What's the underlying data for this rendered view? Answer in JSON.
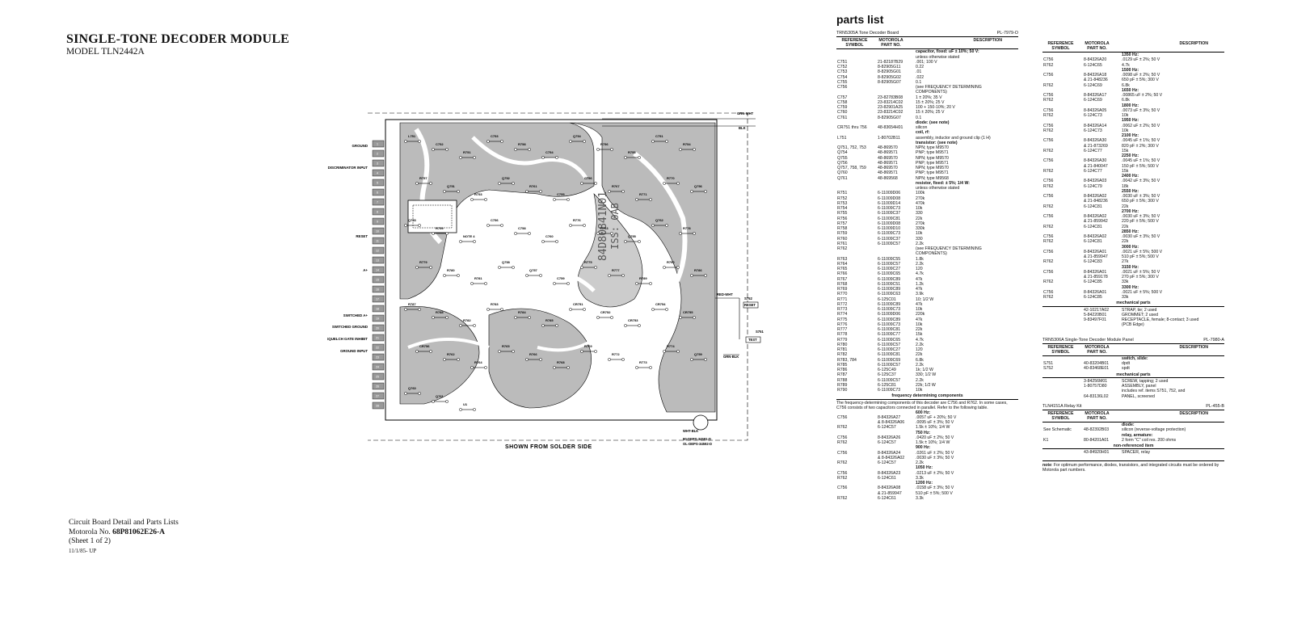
{
  "title": {
    "main": "SINGLE-TONE DECODER MODULE",
    "model": "MODEL TLN2442A"
  },
  "footer": {
    "line1": "Circuit Board Detail and Parts Lists",
    "line2_prefix": "Motorola No.",
    "line2_num": "68P81062E26-A",
    "line3": "(Sheet 1 of 2)",
    "line4": "11/1/85- UP"
  },
  "pcb": {
    "left_labels": [
      "GROUND",
      "DISCRIMINATOR INPUT",
      "RESET",
      "A+",
      "SWITCHED A+",
      "SWITCHED GROUND",
      "SQUELCH GATE INHIBIT",
      "GROUND INPUT"
    ],
    "caption": "SHOWN FROM SOLDER SIDE",
    "id1": "80-DEPS-34591-D",
    "id2": "OL-DEPS-34592-D",
    "wires": [
      "GRN-WHT",
      "BLK",
      "RED-WHT",
      "GRN-BLK",
      "WHT-BLK"
    ],
    "switch_labels": [
      "S752",
      "RESET",
      "S751",
      "TEST"
    ],
    "board_text": "84D80841N01",
    "board_text2": "ISS: 0AB",
    "pins": [
      "1",
      "2",
      "3",
      "4",
      "5",
      "6",
      "7",
      "8",
      "9",
      "10",
      "11",
      "12",
      "13",
      "14",
      "15",
      "16",
      "17",
      "18",
      "19",
      "20",
      "21",
      "22",
      "23",
      "24",
      "25",
      "26",
      "27",
      "28"
    ],
    "components": [
      "L751",
      "C752",
      "R751",
      "C753",
      "R758",
      "C754",
      "Q754",
      "R756",
      "R755",
      "C751",
      "R754",
      "R757",
      "Q751",
      "R753",
      "Q752",
      "R761",
      "C755",
      "C756",
      "R767",
      "R771",
      "R770",
      "Q756",
      "Q753",
      "R759",
      "NOTE 4",
      "C756",
      "C758",
      "C760",
      "R776",
      "R763",
      "Q755",
      "Q762",
      "R778",
      "R779",
      "R780",
      "R781",
      "Q758",
      "Q757",
      "C759",
      "R775",
      "R777",
      "R789",
      "R790",
      "R786",
      "R787",
      "R788",
      "R782",
      "R783",
      "R784",
      "R785",
      "CR751",
      "CR752",
      "CR753",
      "CR754",
      "CR755",
      "CR756",
      "R762",
      "R764",
      "R765",
      "R766",
      "R768",
      "R769",
      "R772",
      "R773",
      "R774",
      "Q759",
      "Q760",
      "Q761",
      "U1"
    ]
  },
  "parts_list": {
    "title": "parts list",
    "board1": {
      "name": "TRN5305A Tone Decoder Board",
      "pl": "PL-7979-O"
    },
    "col_heads": {
      "ref": "REFERENCE SYMBOL",
      "part": "MOTOROLA PART NO.",
      "desc": "DESCRIPTION"
    },
    "col1": [
      {
        "r": "",
        "p": "",
        "d": "capacitor, fixed: uF ± 10%; 50 V:",
        "s": true
      },
      {
        "r": "",
        "p": "",
        "d": "unless otherwise stated"
      },
      {
        "r": "C751",
        "p": "21-82187B29",
        "d": ".001; 100 V"
      },
      {
        "r": "C752",
        "p": "8-82905G11",
        "d": "0.22"
      },
      {
        "r": "C753",
        "p": "8-82905G01",
        "d": ".01"
      },
      {
        "r": "C754",
        "p": "8-82905G02",
        "d": ".022"
      },
      {
        "r": "C755",
        "p": "8-82905G07",
        "d": "0.1"
      },
      {
        "r": "C756",
        "p": "",
        "d": "(see FREQUENCY DETERMINING"
      },
      {
        "r": "",
        "p": "",
        "d": "COMPONENTS)"
      },
      {
        "r": "C757",
        "p": "23-82783B08",
        "d": "1 ± 20%; 35 V"
      },
      {
        "r": "C758",
        "p": "23-83214C02",
        "d": "15 ± 20%; 25 V"
      },
      {
        "r": "C759",
        "p": "23-82901A25",
        "d": "100 + 150-10%; 20 V"
      },
      {
        "r": "C760",
        "p": "23-83214C02",
        "d": "15 ± 20%; 25 V"
      },
      {
        "r": "C761",
        "p": "8-82905G07",
        "d": "0.1"
      },
      {
        "r": "",
        "p": "",
        "d": ""
      },
      {
        "r": "",
        "p": "",
        "d": "diode: (see note)",
        "s": true
      },
      {
        "r": "CR751 thru 756",
        "p": "48-83654H01",
        "d": "silicon"
      },
      {
        "r": "",
        "p": "",
        "d": ""
      },
      {
        "r": "",
        "p": "",
        "d": "coil, rf:",
        "s": true
      },
      {
        "r": "L751",
        "p": "1-80702B11",
        "d": "assembly, inductor and ground clip (1 H)"
      },
      {
        "r": "",
        "p": "",
        "d": ""
      },
      {
        "r": "",
        "p": "",
        "d": "transistor: (see note)",
        "s": true
      },
      {
        "r": "Q751, 752, 753",
        "p": "48-869570",
        "d": "NPN; type M9570"
      },
      {
        "r": "Q754",
        "p": "48-869571",
        "d": "PNP; type M9571"
      },
      {
        "r": "Q755",
        "p": "48-869570",
        "d": "NPN; type M9570"
      },
      {
        "r": "Q756",
        "p": "48-869571",
        "d": "PNP; type M9571"
      },
      {
        "r": "Q757, 758, 759",
        "p": "48-869570",
        "d": "NPN; type M9570"
      },
      {
        "r": "Q760",
        "p": "48-869571",
        "d": "PNP; type M9571"
      },
      {
        "r": "Q761",
        "p": "48-869568",
        "d": "NPN; type M9568"
      },
      {
        "r": "",
        "p": "",
        "d": ""
      },
      {
        "r": "",
        "p": "",
        "d": "resistor, fixed: ± 5%; 1/4 W:",
        "s": true
      },
      {
        "r": "",
        "p": "",
        "d": "unless otherwise stated"
      },
      {
        "r": "R751",
        "p": "6-11009D06",
        "d": "100k"
      },
      {
        "r": "R752",
        "p": "6-11009D08",
        "d": "270k"
      },
      {
        "r": "R753",
        "p": "6-11009D14",
        "d": "470k"
      },
      {
        "r": "R754",
        "p": "6-11009C73",
        "d": "10k"
      },
      {
        "r": "R755",
        "p": "6-11009C37",
        "d": "330"
      },
      {
        "r": "R756",
        "p": "6-11009C81",
        "d": "22k"
      },
      {
        "r": "R757",
        "p": "6-11009D08",
        "d": "270k"
      },
      {
        "r": "R758",
        "p": "6-11009D10",
        "d": "330k"
      },
      {
        "r": "R759",
        "p": "6-11009C73",
        "d": "10k"
      },
      {
        "r": "R760",
        "p": "6-11009C37",
        "d": "330"
      },
      {
        "r": "R761",
        "p": "6-11009C57",
        "d": "2.2k"
      },
      {
        "r": "R762",
        "p": "",
        "d": "(see FREQUENCY DETERMINING"
      },
      {
        "r": "",
        "p": "",
        "d": "COMPONENTS)"
      },
      {
        "r": "R763",
        "p": "6-11009C55",
        "d": "1.8k"
      },
      {
        "r": "R764",
        "p": "6-11009C57",
        "d": "2.2k"
      },
      {
        "r": "R765",
        "p": "6-11009C27",
        "d": "120"
      },
      {
        "r": "R766",
        "p": "6-11009C65",
        "d": "4.7k"
      },
      {
        "r": "R767",
        "p": "6-11009C89",
        "d": "47k"
      },
      {
        "r": "R768",
        "p": "6-11009C51",
        "d": "1.2k"
      },
      {
        "r": "R769",
        "p": "6-11009C89",
        "d": "47k"
      },
      {
        "r": "R770",
        "p": "6-11009C63",
        "d": "3.9k"
      },
      {
        "r": "R771",
        "p": "6-125C01",
        "d": "10; 1/2 W"
      },
      {
        "r": "R772",
        "p": "6-11009C89",
        "d": "47k"
      },
      {
        "r": "R773",
        "p": "6-11009C73",
        "d": "10k"
      },
      {
        "r": "R774",
        "p": "6-11009D06",
        "d": "220k"
      },
      {
        "r": "R775",
        "p": "6-11009C89",
        "d": "47k"
      },
      {
        "r": "R776",
        "p": "6-11009C73",
        "d": "10k"
      },
      {
        "r": "R777",
        "p": "6-11009C81",
        "d": "22k"
      },
      {
        "r": "R778",
        "p": "6-11009C77",
        "d": "15k"
      },
      {
        "r": "R779",
        "p": "6-11009C65",
        "d": "4.7k"
      },
      {
        "r": "R780",
        "p": "6-11009C57",
        "d": "2.2k"
      },
      {
        "r": "R781",
        "p": "6-11009C27",
        "d": "120"
      },
      {
        "r": "R782",
        "p": "6-11009C81",
        "d": "22k"
      },
      {
        "r": "R783, 784",
        "p": "6-11009C69",
        "d": "6.8k"
      },
      {
        "r": "R785",
        "p": "6-11009C57",
        "d": "2.2k"
      },
      {
        "r": "R786",
        "p": "6-125C49",
        "d": "1k; 1/2 W"
      },
      {
        "r": "R787",
        "p": "6-125C37",
        "d": "330; 1/2 W"
      },
      {
        "r": "R788",
        "p": "6-11009C57",
        "d": "2.2k"
      },
      {
        "r": "R789",
        "p": "6-125C81",
        "d": "22k; 1/2 W"
      },
      {
        "r": "R790",
        "p": "6-11009C73",
        "d": "10k"
      }
    ],
    "freq_title": "frequency determining components",
    "freq_note": "The frequency-determining components of this decoder are C756 and R762. In some cases, C756 consists of two capacitors connected in parallel. Refer to the following table.",
    "col1b": [
      {
        "r": "",
        "p": "",
        "d": "600 Hz:",
        "s": true
      },
      {
        "r": "C756",
        "p": "8-84326A27",
        "d": ".0057 uF + 20%; 50 V"
      },
      {
        "r": "",
        "p": "& 8-84326A06",
        "d": ".0095 uF ± 3%; 50 V"
      },
      {
        "r": "R762",
        "p": "6-124C57",
        "d": "1.5k ± 10%; 1/4 W"
      },
      {
        "r": "",
        "p": "",
        "d": ""
      },
      {
        "r": "",
        "p": "",
        "d": "750 Hz:",
        "s": true
      },
      {
        "r": "C756",
        "p": "8-84326A26",
        "d": ".0420 uF ± 2%; 50 V"
      },
      {
        "r": "R762",
        "p": "6-124C57",
        "d": "1.5k ± 10%; 1/4 W"
      },
      {
        "r": "",
        "p": "",
        "d": ""
      },
      {
        "r": "",
        "p": "",
        "d": "900 Hz:",
        "s": true
      },
      {
        "r": "C756",
        "p": "8-84326A24",
        "d": ".0261 uF ± 2%; 50 V"
      },
      {
        "r": "",
        "p": "& 8-84326A02",
        "d": ".0030 uF ± 3%; 50 V"
      },
      {
        "r": "R762",
        "p": "6-124C57",
        "d": "2.2k"
      },
      {
        "r": "",
        "p": "",
        "d": ""
      },
      {
        "r": "",
        "p": "",
        "d": "1050 Hz:",
        "s": true
      },
      {
        "r": "C756",
        "p": "8-84326A23",
        "d": ".0213 uF ± 2%; 50 V"
      },
      {
        "r": "R762",
        "p": "6-124C61",
        "d": "3.3k"
      },
      {
        "r": "",
        "p": "",
        "d": ""
      },
      {
        "r": "",
        "p": "",
        "d": "1200 Hz:",
        "s": true
      },
      {
        "r": "C756",
        "p": "8-84326A08",
        "d": ".0158 uF ± 3%; 50 V"
      },
      {
        "r": "",
        "p": "& 21-859947",
        "d": "510 pF ± 5%; 500 V"
      },
      {
        "r": "R762",
        "p": "6-124C61",
        "d": "3.3k"
      }
    ],
    "col2": [
      {
        "r": "",
        "p": "",
        "d": "1350 Hz:",
        "s": true
      },
      {
        "r": "C756",
        "p": "8-84326A20",
        "d": ".0129 uF ± 2%; 50 V"
      },
      {
        "r": "R762",
        "p": "6-124C65",
        "d": "4.7k"
      },
      {
        "r": "",
        "p": "",
        "d": ""
      },
      {
        "r": "",
        "p": "",
        "d": "1500 Hz:",
        "s": true
      },
      {
        "r": "C756",
        "p": "8-84326A18",
        "d": ".0098 uF ± 2%; 50 V"
      },
      {
        "r": "",
        "p": "& 21-848236",
        "d": "650 pF ± 5%; 300 V"
      },
      {
        "r": "R762",
        "p": "6-124C69",
        "d": "6.8k"
      },
      {
        "r": "",
        "p": "",
        "d": ""
      },
      {
        "r": "",
        "p": "",
        "d": "1650 Hz:",
        "s": true
      },
      {
        "r": "C756",
        "p": "8-84326A17",
        "d": ".00865 uF ± 2%; 50 V"
      },
      {
        "r": "R762",
        "p": "6-124C69",
        "d": "6.8k"
      },
      {
        "r": "",
        "p": "",
        "d": ""
      },
      {
        "r": "",
        "p": "",
        "d": "1800 Hz:",
        "s": true
      },
      {
        "r": "C756",
        "p": "8-84326A05",
        "d": ".0073 uF ± 3%; 50 V"
      },
      {
        "r": "R762",
        "p": "6-124C73",
        "d": "10k"
      },
      {
        "r": "",
        "p": "",
        "d": ""
      },
      {
        "r": "",
        "p": "",
        "d": "1950 Hz:",
        "s": true
      },
      {
        "r": "C756",
        "p": "8-84326A14",
        "d": ".0062 uF ± 2%; 50 V"
      },
      {
        "r": "R762",
        "p": "6-124C73",
        "d": "10k"
      },
      {
        "r": "",
        "p": "",
        "d": ""
      },
      {
        "r": "",
        "p": "",
        "d": "2100 Hz:",
        "s": true
      },
      {
        "r": "C756",
        "p": "8-84326A30",
        "d": ".0045 uF ± 1%; 50 V"
      },
      {
        "r": "",
        "p": "& 21-873269",
        "d": "820 pF ± 2%; 300 V"
      },
      {
        "r": "R762",
        "p": "6-124C77",
        "d": "15k"
      },
      {
        "r": "",
        "p": "",
        "d": ""
      },
      {
        "r": "",
        "p": "",
        "d": "2250 Hz:",
        "s": true
      },
      {
        "r": "C756",
        "p": "8-84326A30",
        "d": ".0045 uF ± 1%; 50 V"
      },
      {
        "r": "",
        "p": "& 21-840047",
        "d": "150 pF ± 5%; 500 V"
      },
      {
        "r": "R762",
        "p": "6-124C77",
        "d": "15k"
      },
      {
        "r": "",
        "p": "",
        "d": ""
      },
      {
        "r": "",
        "p": "",
        "d": "2400 Hz:",
        "s": true
      },
      {
        "r": "C756",
        "p": "8-84326A03",
        "d": ".0042 uF ± 3%; 50 V"
      },
      {
        "r": "R762",
        "p": "6-124C79",
        "d": "18k"
      },
      {
        "r": "",
        "p": "",
        "d": ""
      },
      {
        "r": "",
        "p": "",
        "d": "2550 Hz:",
        "s": true
      },
      {
        "r": "C756",
        "p": "8-84326A02",
        "d": ".0030 uF ± 3%; 50 V"
      },
      {
        "r": "",
        "p": "& 21-848236",
        "d": "650 pF ± 5%; 300 V"
      },
      {
        "r": "R762",
        "p": "6-124C81",
        "d": "22k"
      },
      {
        "r": "",
        "p": "",
        "d": ""
      },
      {
        "r": "",
        "p": "",
        "d": "2700 Hz:",
        "s": true
      },
      {
        "r": "C756",
        "p": "8-84326A02",
        "d": ".0030 uF ± 3%; 50 V"
      },
      {
        "r": "",
        "p": "& 21-859942",
        "d": "220 pF ± 5%; 500 V"
      },
      {
        "r": "R762",
        "p": "6-124C81",
        "d": "22k"
      },
      {
        "r": "",
        "p": "",
        "d": ""
      },
      {
        "r": "",
        "p": "",
        "d": "2850 Hz:",
        "s": true
      },
      {
        "r": "C756",
        "p": "8-84326A02",
        "d": ".0030 uF ± 3%; 50 V"
      },
      {
        "r": "R762",
        "p": "6-124C81",
        "d": "22k"
      },
      {
        "r": "",
        "p": "",
        "d": ""
      },
      {
        "r": "",
        "p": "",
        "d": "3000 Hz:",
        "s": true
      },
      {
        "r": "C756",
        "p": "8-84326A01",
        "d": ".0021 uF ± 5%; 500 V"
      },
      {
        "r": "",
        "p": "& 21-859947",
        "d": "510 pF ± 5%; 500 V"
      },
      {
        "r": "R762",
        "p": "6-124C83",
        "d": "27k"
      },
      {
        "r": "",
        "p": "",
        "d": ""
      },
      {
        "r": "",
        "p": "",
        "d": "3150 Hz:",
        "s": true
      },
      {
        "r": "C756",
        "p": "8-84326A01",
        "d": ".0021 uF ± 5%; 50 V"
      },
      {
        "r": "",
        "p": "& 21-859178",
        "d": "270 pF ± 5%; 300 V"
      },
      {
        "r": "R762",
        "p": "6-124C85",
        "d": "33k"
      },
      {
        "r": "",
        "p": "",
        "d": ""
      },
      {
        "r": "",
        "p": "",
        "d": "3300 Hz:",
        "s": true
      },
      {
        "r": "C756",
        "p": "8-84326A01",
        "d": ".0021 uF ± 5%; 500 V"
      },
      {
        "r": "R762",
        "p": "6-124C85",
        "d": "33k"
      }
    ],
    "mech_title": "mechanical parts",
    "mech": [
      {
        "r": "",
        "p": "42-10217A02",
        "d": "STRAP, tie; 2 used"
      },
      {
        "r": "",
        "p": "5-84220B01",
        "d": "GROMMET; 2 used"
      },
      {
        "r": "",
        "p": "9-83497F01",
        "d": "RECEPTACLE, female; 8-contact; 3 used"
      },
      {
        "r": "",
        "p": "",
        "d": "(PCB Edge)"
      }
    ],
    "board2": {
      "name": "TRN5306A Single-Tone Decoder Module Panel",
      "pl": "PL-7980-A"
    },
    "panel": [
      {
        "r": "",
        "p": "",
        "d": "switch, slide:",
        "s": true
      },
      {
        "r": "S751",
        "p": "40-83204B01",
        "d": "dpdt"
      },
      {
        "r": "S752",
        "p": "40-83468E01",
        "d": "spdt"
      }
    ],
    "panel_mech": [
      {
        "r": "",
        "p": "3-84256M01",
        "d": "SCREW, tapping; 2 used"
      },
      {
        "r": "",
        "p": "1-80757D80",
        "d": "ASSEMBLY, panel"
      },
      {
        "r": "",
        "p": "",
        "d": "includes ref. items S751, 752, and"
      },
      {
        "r": "",
        "p": "64-83136L02",
        "d": "PANEL, screened"
      }
    ],
    "board3": {
      "name": "TLN4151A Relay Kit",
      "pl": "PL-455-B"
    },
    "relay": [
      {
        "r": "",
        "p": "",
        "d": "diode:",
        "s": true
      },
      {
        "r": "See Schematic",
        "p": "48-82392B03",
        "d": "silicon (reverse-voltage protection)"
      },
      {
        "r": "",
        "p": "",
        "d": ""
      },
      {
        "r": "",
        "p": "",
        "d": "relay, armature:",
        "s": true
      },
      {
        "r": "K1",
        "p": "80-84201A01",
        "d": "2 form \"C\" coil res. 200 ohms"
      }
    ],
    "nonref_title": "non-referenced item",
    "nonref": [
      {
        "r": "",
        "p": "43-84920H01",
        "d": "SPACER, relay"
      }
    ],
    "note_label": "note",
    "note_text": ": For optimum performance, diodes, transistors, and integrated circuits must be ordered by Motorola part numbers."
  }
}
